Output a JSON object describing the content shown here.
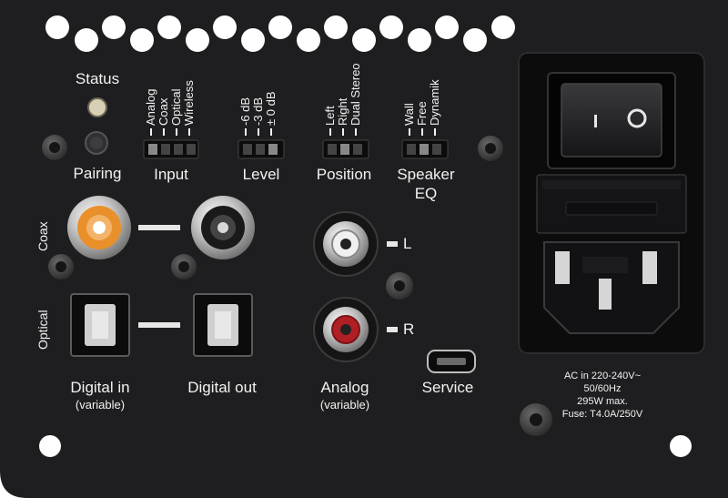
{
  "status_led": {
    "label": "Status"
  },
  "pairing": {
    "label": "Pairing"
  },
  "input_switch": {
    "label": "Input",
    "options": [
      "Analog",
      "Coax",
      "Optical",
      "Wireless"
    ]
  },
  "level_switch": {
    "label": "Level",
    "options": [
      "-6 dB",
      "-3 dB",
      "± 0 dB"
    ]
  },
  "position_switch": {
    "label": "Position",
    "options": [
      "Left",
      "Right",
      "Dual Stereo"
    ]
  },
  "speaker_eq_switch": {
    "label_line1": "Speaker",
    "label_line2": "EQ",
    "options": [
      "Wall",
      "Free",
      "Dynamik"
    ]
  },
  "coax": {
    "row_label": "Coax"
  },
  "optical": {
    "row_label": "Optical"
  },
  "digital_in": {
    "label": "Digital in",
    "sublabel": "(variable)"
  },
  "digital_out": {
    "label": "Digital out"
  },
  "analog": {
    "label": "Analog",
    "sublabel": "(variable)",
    "left_label": "L",
    "right_label": "R"
  },
  "service": {
    "label": "Service"
  },
  "power_switch": {
    "off_symbol": "O",
    "on_symbol": "|"
  },
  "power_spec": {
    "line1": "AC in 220-240V~",
    "line2": "50/60Hz",
    "line3": "295W max.",
    "line4": "Fuse: T4.0A/250V"
  },
  "colors": {
    "panel": "#1e1e20",
    "coax_orange": "#e9902a",
    "analog_red": "#b01f24",
    "text": "#f2f2f2"
  }
}
